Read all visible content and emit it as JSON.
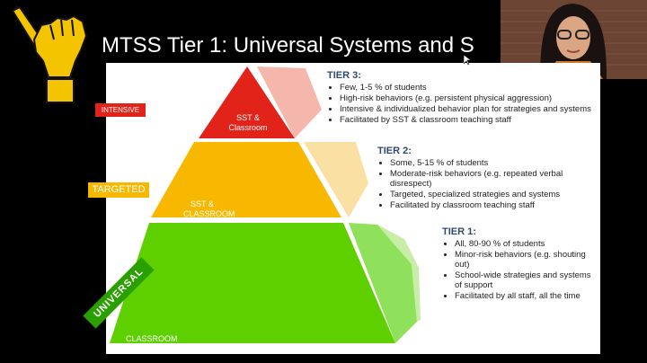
{
  "slide": {
    "title": "MTSS Tier 1:  Universal Systems and S",
    "labels": {
      "intensive": "INTENSIVE",
      "targeted": "TARGETED",
      "universal": "UNIVERSAL"
    },
    "pyramid_text": {
      "top_line1": "SST &",
      "top_line2": "Classroom",
      "middle_line1": "SST &",
      "middle_line2": "CLASSROOM",
      "bottom": "CLASSROOM"
    },
    "tiers": [
      {
        "heading": "TIER 3:",
        "items": [
          "Few, 1-5 % of students",
          "High-risk behaviors (e.g. persistent physical aggression)",
          "Intensive & individualized behavior plan for strategies and systems",
          "Facilitated by SST & classroom teaching staff"
        ]
      },
      {
        "heading": "TIER 2:",
        "items": [
          "Some, 5-15 % of students",
          "Moderate-risk behaviors (e.g. repeated verbal disrespect)",
          "Targeted, specialized strategies and systems",
          "Facilitated by classroom teaching staff"
        ]
      },
      {
        "heading": "TIER 1:",
        "items": [
          "All, 80-90 % of students",
          "Minor-risk behaviors (e.g. shouting out)",
          "School-wide strategies and systems of support",
          "Facilitated by all staff, all the time"
        ]
      }
    ]
  },
  "colors": {
    "background": "#000000",
    "tier3_red": "#e2231a",
    "tier2_orange": "#f9b800",
    "tier1_green": "#5ed000",
    "heading_blue": "#2f4a6e",
    "logo_yellow": "#f4c400"
  },
  "icons": {
    "logo": "raised-fist-pencil-icon",
    "cursor": "mouse-pointer-icon"
  }
}
